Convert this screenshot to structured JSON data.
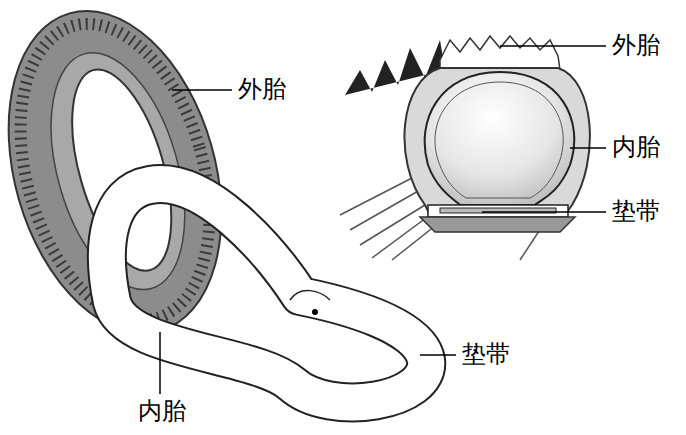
{
  "diagram": {
    "labels": [
      "外胎",
      "外胎",
      "内胎",
      "垫带",
      "垫带",
      "内胎"
    ]
  }
}
